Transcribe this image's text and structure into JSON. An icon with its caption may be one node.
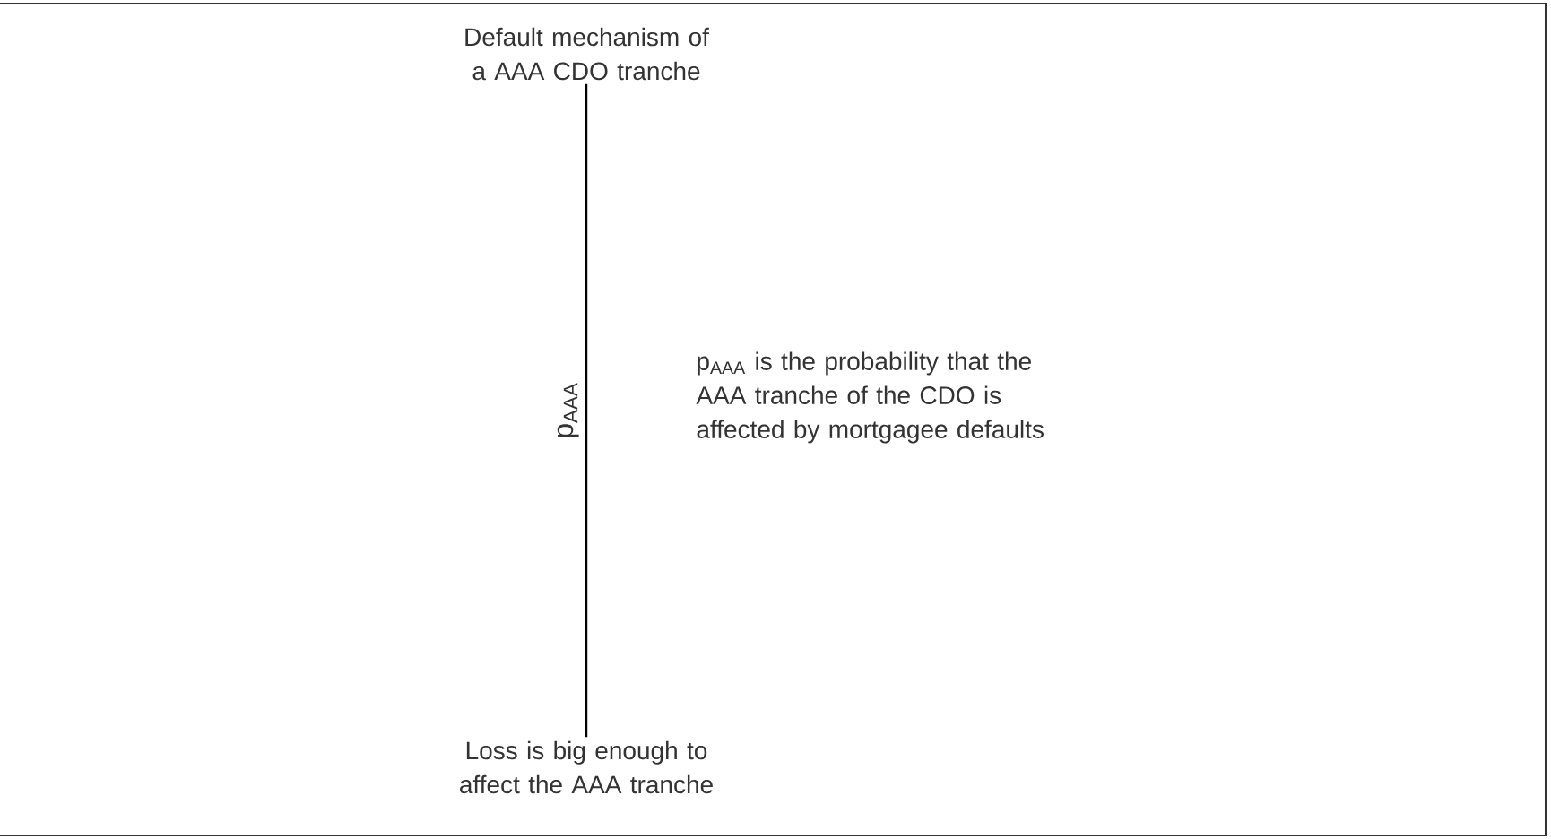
{
  "diagram": {
    "nodes": [
      {
        "text": [
          "Default mechanism of a AAA CDO tranche"
        ]
      },
      {
        "text": [
          "Loss is big enough to affect the AAA tranche"
        ]
      }
    ],
    "edges": [
      {
        "from": 0,
        "to": 1,
        "arrow": "none",
        "label": "p$_{AAA}$"
      }
    ],
    "labels": [
      "p$_{AAA}$ is the probability that the AAA tranche of the CDO is affected by mortgagee defaults"
    ]
  }
}
